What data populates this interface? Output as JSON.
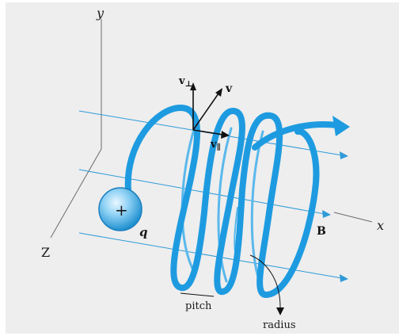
{
  "diagram": {
    "axes": {
      "x_label": "x",
      "y_label": "y",
      "z_label": "Z"
    },
    "charge": {
      "symbol": "+",
      "label": "q"
    },
    "field": {
      "label": "B"
    },
    "velocity": {
      "total_label": "v",
      "perpendicular_label": "v",
      "perpendicular_sub": "⊥",
      "parallel_label": "v",
      "parallel_sub": "∥"
    },
    "annotations": {
      "pitch_label": "pitch",
      "radius_label": "radius"
    },
    "colors": {
      "helix": "#1e9be0",
      "helix_back": "#5ab8ec",
      "field_lines": "#2f9ad8",
      "charge_fill": "#7cc8ef",
      "panel_background": "#eeeeee",
      "axes": "#6b6b6b"
    }
  }
}
